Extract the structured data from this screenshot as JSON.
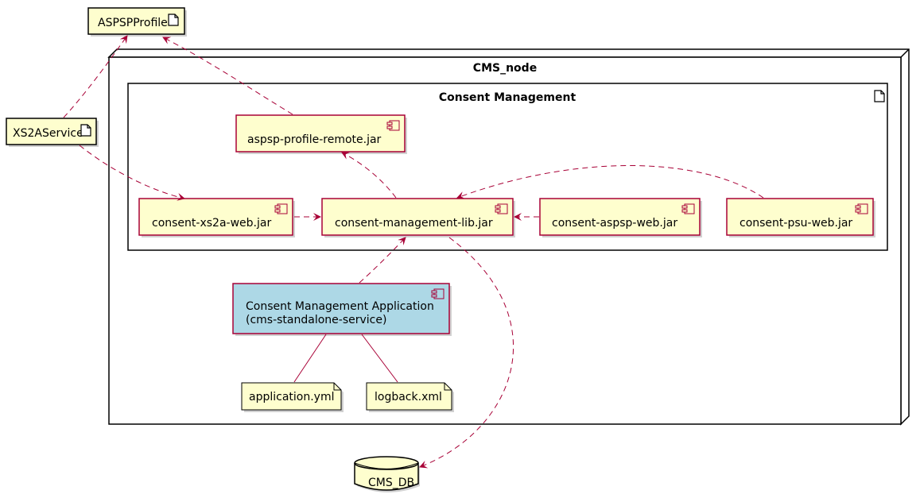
{
  "diagram": {
    "artifacts": {
      "aspsp_profile": "ASPSPProfile",
      "xs2a_service": "XS2AService"
    },
    "node": {
      "title": "CMS_node"
    },
    "package": {
      "title": "Consent Management"
    },
    "components": {
      "aspsp_profile_remote": "aspsp-profile-remote.jar",
      "consent_xs2a_web": "consent-xs2a-web.jar",
      "consent_management_lib": "consent-management-lib.jar",
      "consent_aspsp_web": "consent-aspsp-web.jar",
      "consent_psu_web": "consent-psu-web.jar"
    },
    "application": {
      "line1": "Consent Management Application",
      "line2": "(cms-standalone-service)"
    },
    "files": {
      "application_yml": "application.yml",
      "logback_xml": "logback.xml"
    },
    "database": {
      "name": "CMS_DB"
    },
    "colors": {
      "component_fill": "#FEFECE",
      "component_border": "#A80036",
      "application_fill": "#ADD8E6",
      "arrow": "#A80036"
    }
  }
}
